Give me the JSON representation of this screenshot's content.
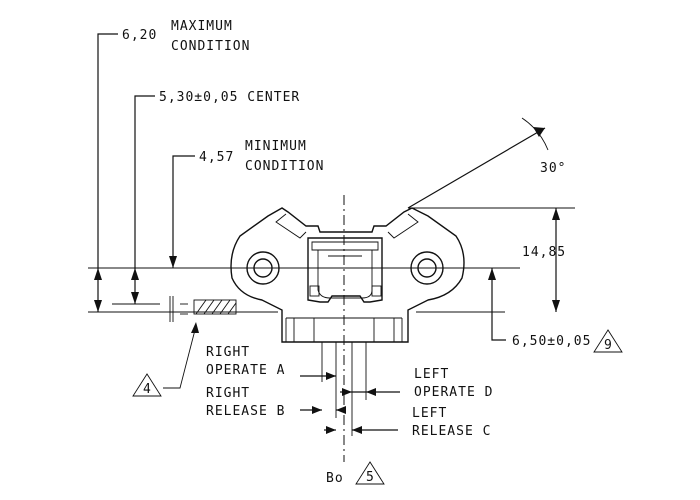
{
  "dimensions": {
    "max": {
      "value": "6,20",
      "label_line1": "MAXIMUM",
      "label_line2": "CONDITION"
    },
    "center": {
      "value": "5,30±0,05 CENTER"
    },
    "min": {
      "value": "4,57",
      "label_line1": "MINIMUM",
      "label_line2": "CONDITION"
    },
    "angle": "30°",
    "height": "14,85",
    "offset": "6,50±0,05"
  },
  "callouts": {
    "right_operate": {
      "line1": "RIGHT",
      "line2": "OPERATE A"
    },
    "right_release": {
      "line1": "RIGHT",
      "line2": "RELEASE B"
    },
    "left_operate": {
      "line1": "LEFT",
      "line2": "OPERATE D"
    },
    "left_release": {
      "line1": "LEFT",
      "line2": "RELEASE C"
    },
    "bo": "Bo"
  },
  "notes": {
    "note4": "4",
    "note5": "5",
    "note9": "9"
  }
}
